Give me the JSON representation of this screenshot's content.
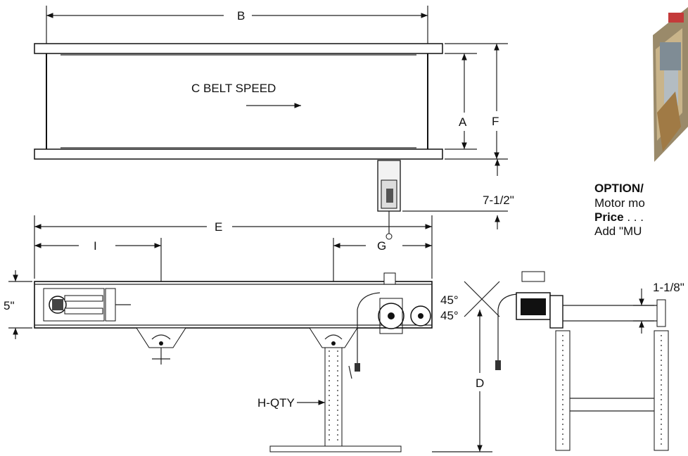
{
  "dimensions": {
    "b": "B",
    "belt_speed": "C BELT SPEED",
    "a": "A",
    "f": "F",
    "seven_half": "7-1/2\"",
    "e": "E",
    "i": "I",
    "g": "G",
    "five": "5\"",
    "angle_top": "45°",
    "angle_bottom": "45°",
    "d": "D",
    "h_qty": "H-QTY",
    "one_eighth": "1-1/8\""
  },
  "optional_text": {
    "line1": "OPTION/",
    "line2": "Motor mo",
    "line3_bold": "Price",
    "line3_rest": " . . .",
    "line4": "Add \"MU"
  }
}
